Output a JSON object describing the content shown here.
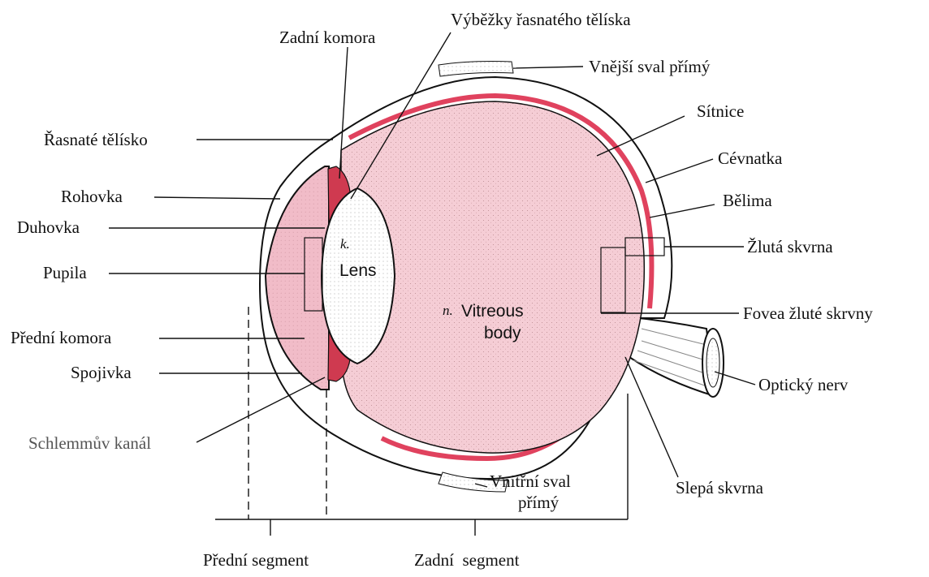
{
  "diagram": {
    "labels": {
      "zadni_komora": "Zadní komora",
      "vybezky": "Výběžky řasnatého tělíska",
      "vnejsi_sval": "Vnější sval přímý",
      "sitnice": "Sítnice",
      "rasnate_telisko": "Řasnaté tělísko",
      "cevnatka": "Cévnatka",
      "rohovka": "Rohovka",
      "belima": "Bělima",
      "duhovka": "Duhovka",
      "zluta_skvrna": "Žlutá skvrna",
      "pupila": "Pupila",
      "fovea": "Fovea žluté skrvny",
      "predni_komora": "Přední komora",
      "spojivka": "Spojivka",
      "opticky_nerv": "Optický nerv",
      "schlemmuv_kanal": "Schlemmův kanál",
      "slepa_skvrna": "Slepá skvrna",
      "vnitrni_sval_1": "Vnitřní sval",
      "vnitrni_sval_2": "přímý",
      "predni_segment": "Přední segment",
      "zadni_segment": "Zadní  segment"
    },
    "inner": {
      "lens_letter": "k.",
      "lens": "Lens",
      "vitreous_letter": "n.",
      "vitreous_1": "Vitreous",
      "vitreous_2": "body"
    },
    "colors": {
      "vitreous": "#f4c9d1",
      "cornea": "#f2b9c6",
      "retina_red": "#e0425e",
      "iris": "#cf3a50",
      "line": "#111111"
    }
  }
}
